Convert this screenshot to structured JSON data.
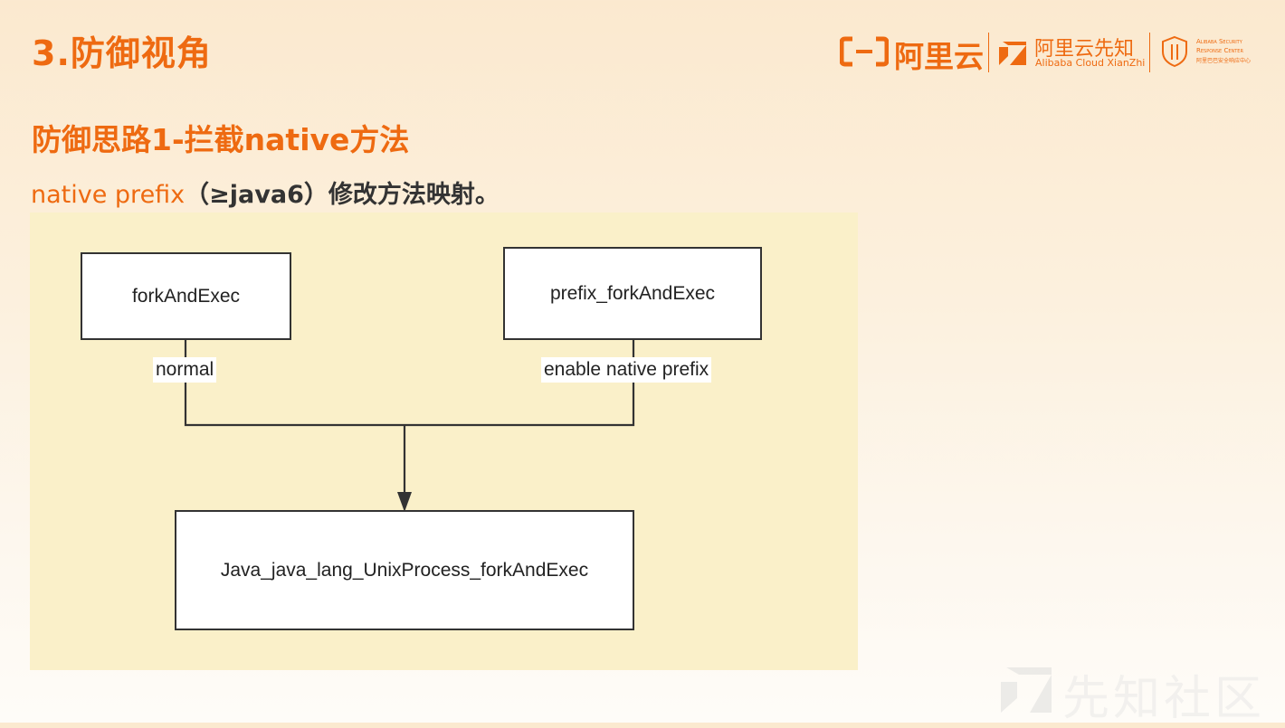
{
  "slide": {
    "title": "3.防御视角",
    "section_heading": "防御思路1-拦截native方法",
    "subtitle_highlight": "native prefix",
    "subtitle_rest": "（≥java6）修改方法映射。"
  },
  "header": {
    "logo1_text": "阿里云",
    "logo2_title": "阿里云先知",
    "logo2_sub": "Alibaba Cloud XianZhi",
    "logo3_line1": "Alibaba Security",
    "logo3_line2": "Response Center",
    "logo3_line3": "阿里巴巴安全响应中心"
  },
  "diagram": {
    "nodes": {
      "fork": "forkAndExec",
      "prefix_fork": "prefix_forkAndExec",
      "target": "Java_java_lang_UnixProcess_forkAndExec"
    },
    "edge_labels": {
      "normal": "normal",
      "enable": "enable native prefix"
    }
  },
  "watermark": {
    "text": "先知社区"
  },
  "colors": {
    "accent": "#ee6a11",
    "diagram_bg": "#faf0c9",
    "stroke": "#333333"
  }
}
